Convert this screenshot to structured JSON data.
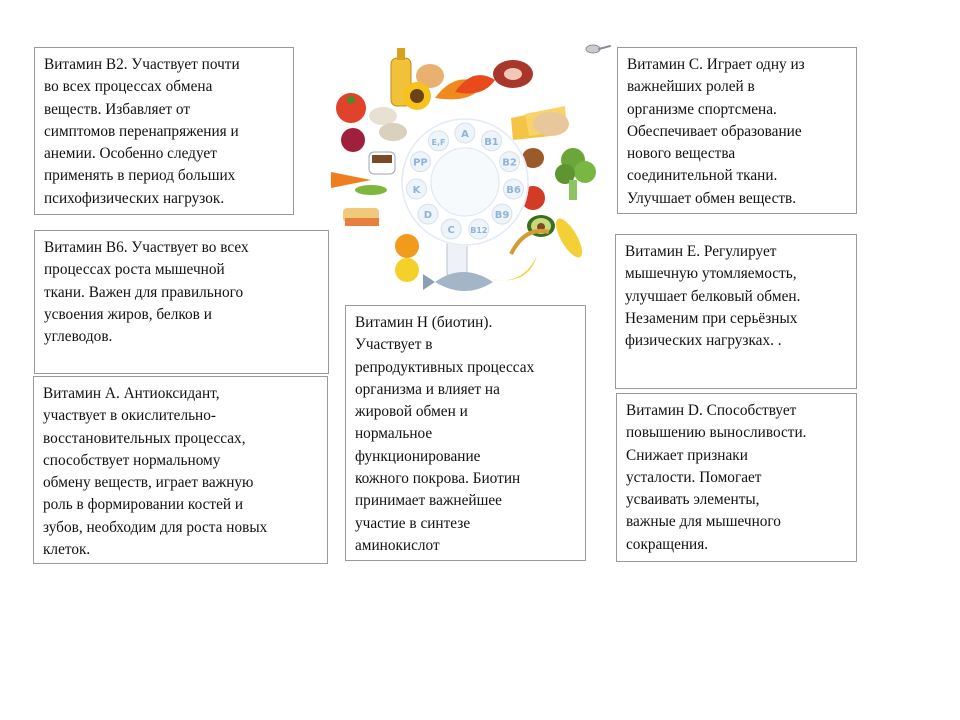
{
  "cards": {
    "b2": "Витамин В2. Участвует почти\nво всех процессах обмена\nвеществ. Избавляет от\nсимптомов перенапряжения и\nанемии. Особенно следует\nприменять в период больших\nпсихофизических нагрузок.",
    "b6": "Витамин В6. Участвует во всех\nпроцессах роста мышечной\nткани. Важен для правильного\nусвоения жиров, белков и\nуглеводов.",
    "a": "Витамин А. Антиоксидант,\nучаствует в окислительно-\nвосстановительных процессах,\nспособствует нормальному\nобмену веществ, играет важную\nроль в формировании костей и\nзубов, необходим для роста новых\nклеток.",
    "h": "Витамин Н (биотин).\nУчаствует в\nрепродуктивных процессах\nорганизма и влияет на\nжировой обмен и\nнормальное\nфункционирование\nкожного покрова. Биотин\nпринимает важнейшее\nучастие в синтезе\nаминокислот",
    "c": "Витамин С. Играет одну из\nважнейших ролей в\nорганизме спортсмена.\nОбеспечивает образование\nнового вещества\nсоединительной ткани.\nУлучшает обмен веществ.",
    "e": "Витамин Е. Регулирует\nмышечную утомляемость,\nулучшает белковый обмен.\nНезаменим при серьёзных\nфизических нагрузках. .",
    "d": "Витамин D. Способствует\nповышению выносливости.\nСнижает признаки\nусталости. Помогает\nусваивать элементы,\nважные для мышечного\nсокращения."
  },
  "wheel": {
    "labels": [
      "A",
      "B1",
      "B2",
      "B6",
      "B9",
      "B12",
      "C",
      "D",
      "K",
      "PP",
      "E,F"
    ],
    "label_color": "#8fb4d6"
  },
  "colors": {
    "border": "#9a9a9a",
    "text": "#111111",
    "background": "#ffffff"
  }
}
